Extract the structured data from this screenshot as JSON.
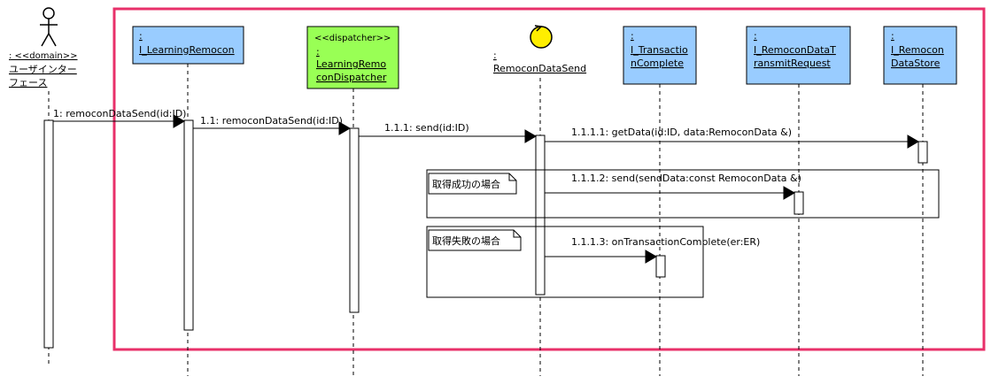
{
  "colors": {
    "frame": "#e8306a",
    "class_box": "#99ccff",
    "dispatcher_box": "#99ff55",
    "control_icon": "#ffee00"
  },
  "actor": {
    "icon": "stick-figure-icon",
    "stereotype": ": <<domain>>",
    "name_line1": "ユーザインター",
    "name_line2": "フェース"
  },
  "lifelines": {
    "learning_remocon": {
      "line1": ":",
      "line2": "I_LearningRemocon"
    },
    "dispatcher": {
      "stereotype": "<<dispatcher>>",
      "line1": ":",
      "line2": "LearningRemo",
      "line3": "conDispatcher"
    },
    "remocon_data_send": {
      "icon": "control-circle-icon",
      "line1": ":",
      "line2": "RemoconDataSend"
    },
    "transaction_complete": {
      "line1": ":",
      "line2": "I_Transactio",
      "line3": "nComplete"
    },
    "transmit_request": {
      "line1": ":",
      "line2": "I_RemoconDataT",
      "line3": "ransmitRequest"
    },
    "data_store": {
      "line1": ":",
      "line2": "I_Remocon",
      "line3": "DataStore"
    }
  },
  "messages": {
    "m1": "1: remoconDataSend(id:ID)",
    "m1_1": "1.1: remoconDataSend(id:ID)",
    "m1_1_1": "1.1.1: send(id:ID)",
    "m1_1_1_1": "1.1.1.1: getData(id:ID, data:RemoconData &)",
    "m1_1_1_2": "1.1.1.2: send(sendData:const RemoconData &)",
    "m1_1_1_3": "1.1.1.3: onTransactionComplete(er:ER)"
  },
  "notes": {
    "success": "取得成功の場合",
    "failure": "取得失敗の場合"
  }
}
